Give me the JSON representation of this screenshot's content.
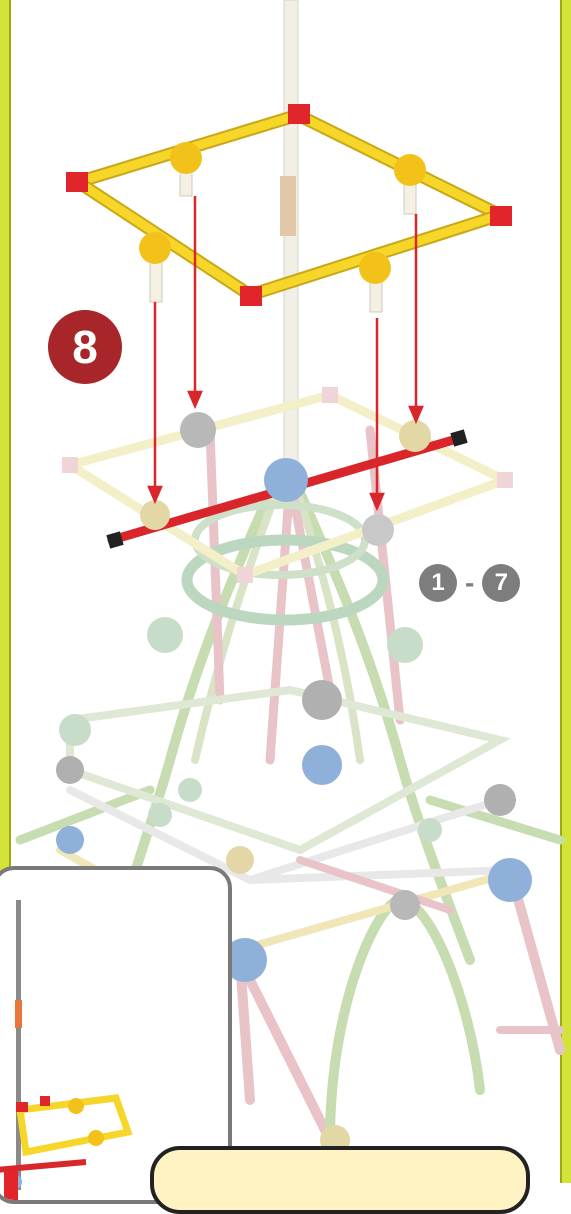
{
  "step": {
    "number": "8"
  },
  "previous_steps": {
    "from": "1",
    "separator": "-",
    "to": "7"
  },
  "colors": {
    "border_green": "#d3e33a",
    "step_badge": "#a8262a",
    "range_badge": "#7d7d7d",
    "arrow_red": "#d8262a",
    "rod_yellow": "#f5d629",
    "connector_red": "#e0262a"
  },
  "icons": [
    "step-number-badge",
    "previous-steps-badge",
    "inset-preview",
    "instruction-note"
  ]
}
